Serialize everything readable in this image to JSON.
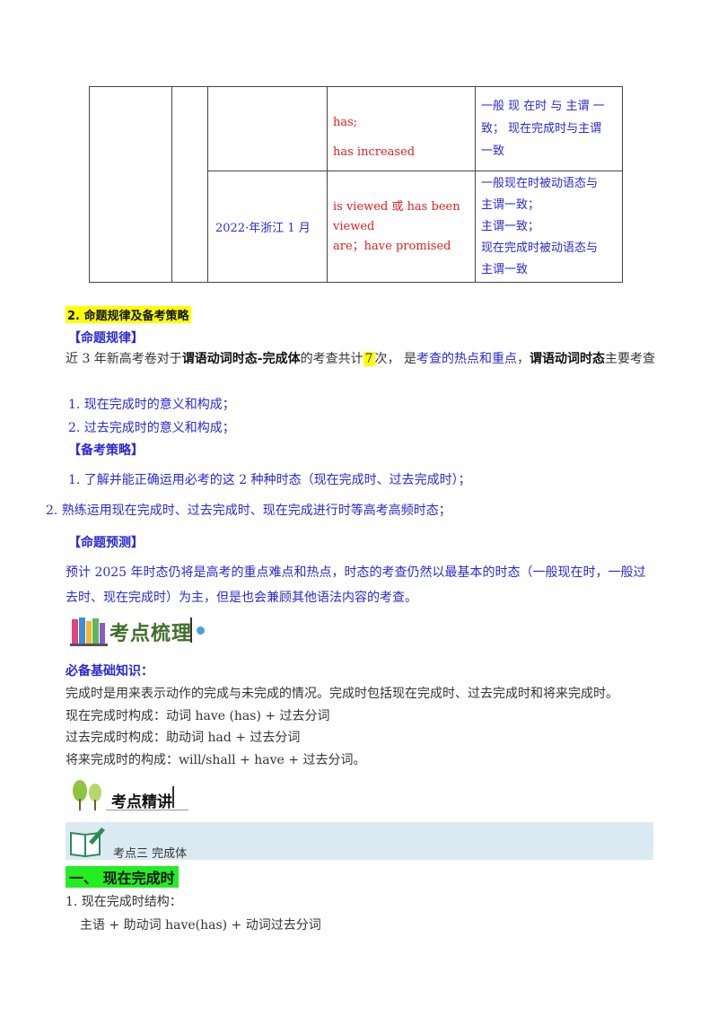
{
  "table": {
    "row1": {
      "answers": [
        "has;",
        "has  increased"
      ],
      "notes": [
        "一般 现 在时 与 主谓 一",
        "致；  现在完成时与主谓",
        "一致"
      ]
    },
    "row2": {
      "date": "2022·年浙江 1 月",
      "answers": [
        "is  viewed  或  has  been",
        "viewed",
        "are；have promised"
      ],
      "notes": [
        "一般现在时被动语态与",
        "主谓一致；",
        "主谓一致；",
        "现在完成时被动语态与",
        "主谓一致"
      ]
    }
  },
  "section2": {
    "title": "2. 命题规律及备考策略"
  },
  "rules": {
    "heading": "【命题规律】",
    "p1": "近 3 年新高考卷对于",
    "p2": "谓语动词时态-完成体",
    "p3": "的考查共计",
    "p4": "7",
    "p5": "次，  是",
    "p6": "考查的热点和重点",
    "p7": "，",
    "p8": "谓语动词时态",
    "p9": "主要考查",
    "items": [
      "1.   现在完成时的意义和构成；",
      "2.   过去完成时的意义和构成；"
    ]
  },
  "strategy": {
    "heading": "【备考策略】",
    "items": [
      "1.   了解并能正确运用必考的这 2 种种时态（现在完成时、过去完成时）；",
      "2.    熟练运用现在完成时、过去完成时、现在完成进行时等高考高频时态；"
    ]
  },
  "forecast": {
    "heading": "【命题预测】",
    "text": "预计 2025 年时态仍将是高考的重点难点和热点，时态的考查仍然以最基本的时态（一般现在时，一般过去时、现在完成时）为主，但是也会兼顾其他语法内容的考查。"
  },
  "banner1": {
    "title": "考点梳理"
  },
  "basics": {
    "heading": "必备基础知识：",
    "lines": [
      "完成时是用来表示动作的完成与未完成的情况。完成时包括现在完成时、过去完成时和将来完成时。",
      "现在完成时构成：动词 have (has) +  过去分词",
      "过去完成时构成：助动词 had +  过去分词",
      "将来完成时的构成：will/shall  +  have  +  过去分词。"
    ]
  },
  "banner2": {
    "title": "考点精讲"
  },
  "kp": {
    "label": "考点三  完成体"
  },
  "section1": {
    "title": "一、  现在完成时"
  },
  "structure": {
    "heading": "1. 现在完成时结构：",
    "formula": "主语  +  助动词 have(has)  +  动词过去分词"
  },
  "colors": {
    "red": "#e02020",
    "blue": "#2a2ad6",
    "highlight": "#ffff00",
    "green": "#22ee22",
    "bar": "#dbeaf2"
  },
  "icons": [
    "books-icon",
    "trees-icon",
    "notebook-pencil-icon"
  ]
}
